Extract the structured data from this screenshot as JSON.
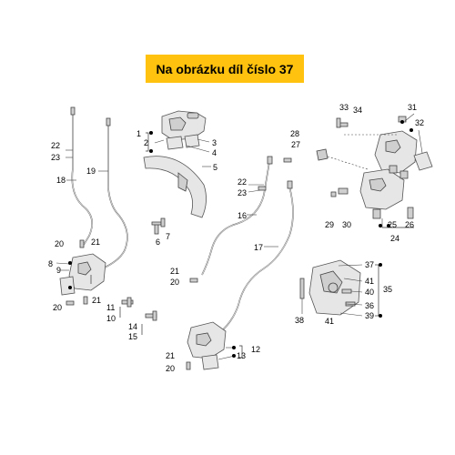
{
  "banner": {
    "text": "Na obrázku díl číslo 37"
  },
  "diagram": {
    "labels": {
      "l1": "1",
      "l2": "2",
      "l3": "3",
      "l4": "4",
      "l5": "5",
      "l6": "6",
      "l7": "7",
      "l8": "8",
      "l9": "9",
      "l10": "10",
      "l11": "11",
      "l12": "12",
      "l13": "13",
      "l14": "14",
      "l15": "15",
      "l16": "16",
      "l17": "17",
      "l18": "18",
      "l19": "19",
      "l20a": "20",
      "l20b": "20",
      "l20c": "20",
      "l20d": "20",
      "l21a": "21",
      "l21b": "21",
      "l21c": "21",
      "l21d": "21",
      "l22a": "22",
      "l22b": "22",
      "l23a": "23",
      "l23b": "23",
      "l24": "24",
      "l25": "25",
      "l26": "26",
      "l27": "27",
      "l28": "28",
      "l29": "29",
      "l30": "30",
      "l31": "31",
      "l32": "32",
      "l33": "33",
      "l34": "34",
      "l35": "35",
      "l36": "36",
      "l37": "37",
      "l38": "38",
      "l39": "39",
      "l40": "40",
      "l41a": "41",
      "l41b": "41"
    }
  }
}
